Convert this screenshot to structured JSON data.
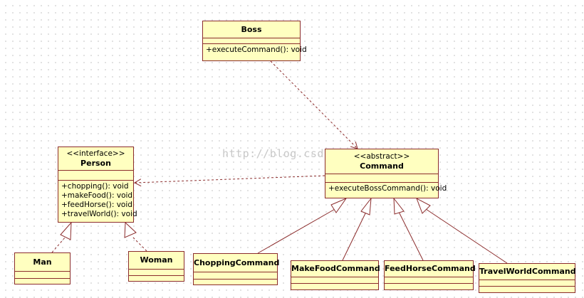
{
  "watermark": "http://blog.csdn.net/",
  "classes": {
    "boss": {
      "name": "Boss",
      "operations": [
        "+executeCommand(): void"
      ]
    },
    "command": {
      "stereotype": "<<abstract>>",
      "name": "Command",
      "operations": [
        "+executeBossCommand(): void"
      ]
    },
    "person": {
      "stereotype": "<<interface>>",
      "name": "Person",
      "operations": [
        "+chopping(): void",
        "+makeFood(): void",
        "+feedHorse(): void",
        "+travelWorld(): void"
      ]
    },
    "man": {
      "name": "Man"
    },
    "woman": {
      "name": "Woman"
    },
    "chopping_command": {
      "name": "ChoppingCommand"
    },
    "make_food_command": {
      "name": "MakeFoodCommand"
    },
    "feed_horse_command": {
      "name": "FeedHorseCommand"
    },
    "travel_world_command": {
      "name": "TravelWorldCommand"
    }
  },
  "colors": {
    "fill": "#ffffc0",
    "border": "#8b2c2c",
    "line": "#8b2c2c"
  }
}
